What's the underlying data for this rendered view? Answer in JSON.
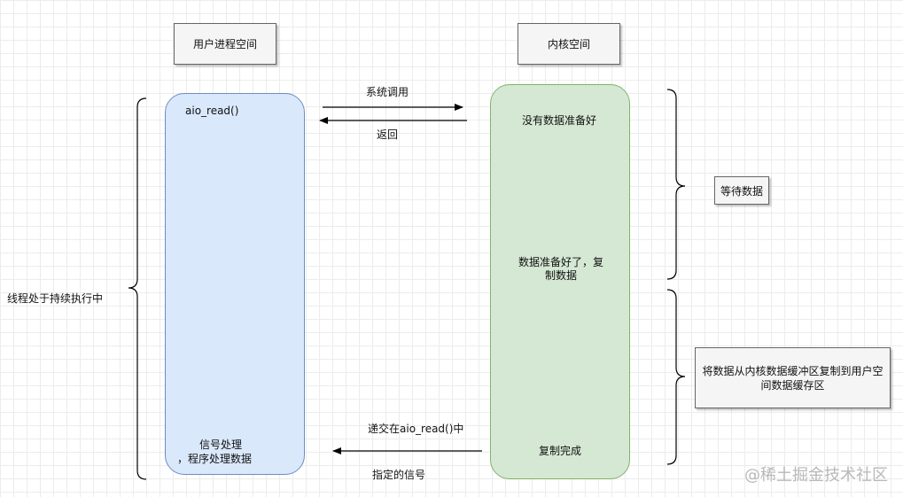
{
  "headers": {
    "user_space": "用户进程空间",
    "kernel_space": "内核空间"
  },
  "user_lane": {
    "call": "aio_read()",
    "signal_line1": "信号处理",
    "signal_line2": "，程序处理数据"
  },
  "kernel_lane": {
    "no_data": "没有数据准备好",
    "data_ready_line1": "数据准备好了，复",
    "data_ready_line2": "制数据",
    "copy_done": "复制完成"
  },
  "arrows": {
    "syscall": "系统调用",
    "return": "返回",
    "deliver": "递交在aio_read()中",
    "signal": "指定的信号"
  },
  "left_brace_label": "线程处于持续执行中",
  "right_labels": {
    "waiting": "等待数据",
    "copy_line1": "将数据从内核数据缓冲区复制到用户空",
    "copy_line2": "间数据缓存区"
  },
  "watermark": "@稀土掘金技术社区",
  "colors": {
    "user_lane_fill": "#dae8fc",
    "user_lane_stroke": "#6c8ebf",
    "kernel_lane_fill": "#d5e8d4",
    "kernel_lane_stroke": "#82b366",
    "label_box_fill": "#f5f5f5"
  }
}
